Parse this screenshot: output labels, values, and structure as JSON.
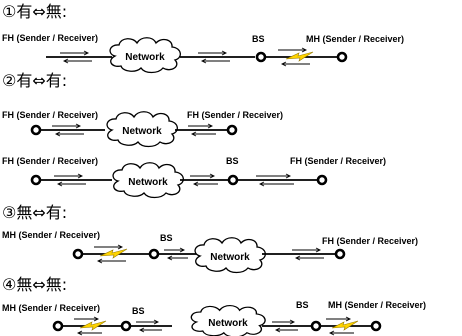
{
  "sections": [
    {
      "heading": "①有⇔無:",
      "labels": [
        "FH (Sender / Receiver)",
        "BS",
        "MH (Sender / Receiver)"
      ],
      "network": "Network"
    },
    {
      "heading": "②有⇔有:",
      "rows": [
        {
          "labels": [
            "FH (Sender / Receiver)",
            "FH (Sender / Receiver)"
          ],
          "network": "Network"
        },
        {
          "labels": [
            "FH (Sender / Receiver)",
            "BS",
            "FH (Sender / Receiver)"
          ],
          "network": "Network"
        }
      ]
    },
    {
      "heading": "③無⇔有:",
      "labels": [
        "MH (Sender / Receiver)",
        "BS",
        "FH (Sender / Receiver)"
      ],
      "network": "Network"
    },
    {
      "heading": "④無⇔無:",
      "labels": [
        "MH (Sender / Receiver)",
        "BS",
        "BS",
        "MH (Sender / Receiver)"
      ],
      "network": "Network"
    }
  ],
  "colors": {
    "wireless": "#ffd400",
    "line": "#000000",
    "node_fill": "#ffffff"
  },
  "icons": [
    "cloud-network-icon",
    "wireless-bolt-icon",
    "node-circle-icon"
  ]
}
